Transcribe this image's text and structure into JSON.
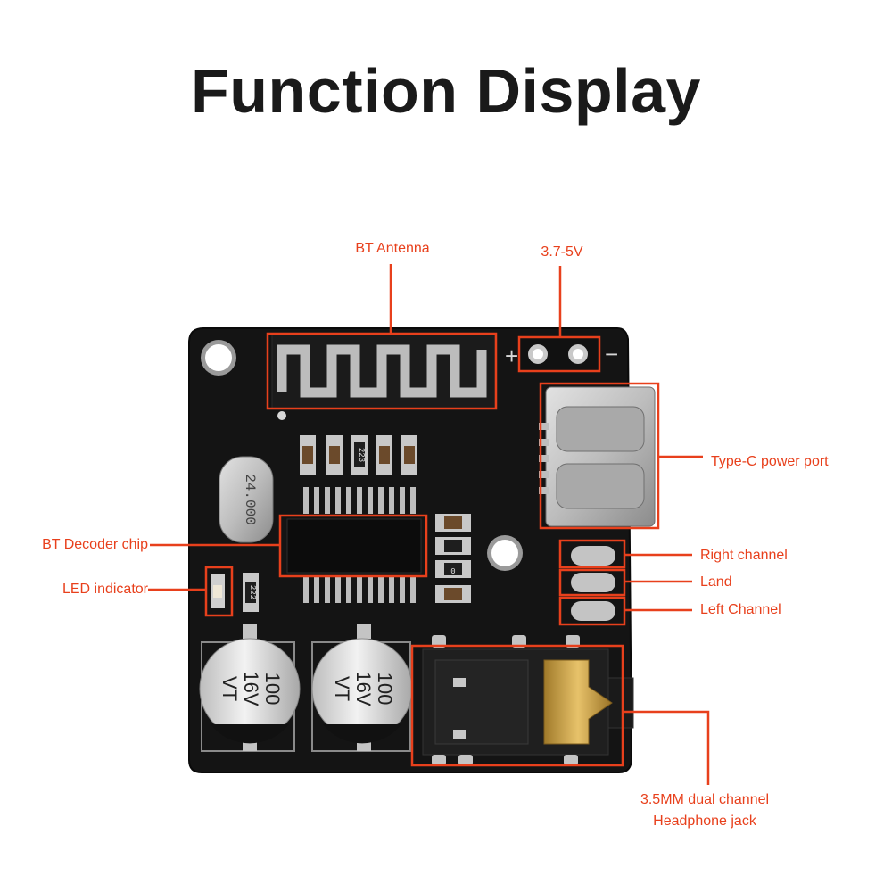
{
  "title": "Function Display",
  "colors": {
    "accent": "#e8401c",
    "board": "#141414",
    "silk": "#9a9a9a"
  },
  "components": {
    "crystal_marking": "24.000",
    "capacitor_left_marking": [
      "100",
      "16V",
      "VT"
    ],
    "capacitor_right_marking": [
      "100",
      "16V",
      "VT"
    ],
    "resistor_marking_top": "223",
    "resistor_marking_led": "222",
    "resistor_marking_mid": "0",
    "plus_sign": "+",
    "minus_sign": "−"
  },
  "labels": {
    "bt_antenna": "BT Antenna",
    "voltage": "3.7-5V",
    "type_c": "Type-C power port",
    "bt_chip": "BT Decoder chip",
    "led": "LED indicator",
    "right_channel": "Right channel",
    "land": "Land",
    "left_channel": "Left Channel",
    "jack_line1": "3.5MM dual channel",
    "jack_line2": "Headphone jack"
  }
}
